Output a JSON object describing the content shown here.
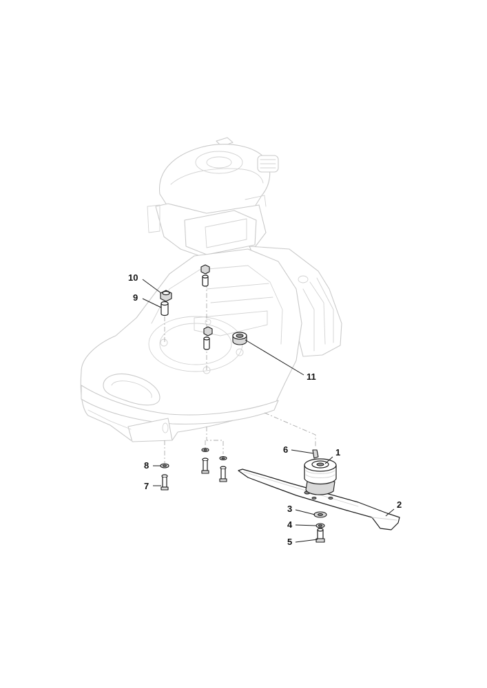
{
  "diagram": {
    "callouts": [
      {
        "id": "p1",
        "label": "1"
      },
      {
        "id": "p2",
        "label": "2"
      },
      {
        "id": "p3",
        "label": "3"
      },
      {
        "id": "p4",
        "label": "4"
      },
      {
        "id": "p5",
        "label": "5"
      },
      {
        "id": "p6",
        "label": "6"
      },
      {
        "id": "p7",
        "label": "7"
      },
      {
        "id": "p8",
        "label": "8"
      },
      {
        "id": "p9",
        "label": "9"
      },
      {
        "id": "p10",
        "label": "10"
      },
      {
        "id": "p11",
        "label": "11"
      }
    ]
  }
}
